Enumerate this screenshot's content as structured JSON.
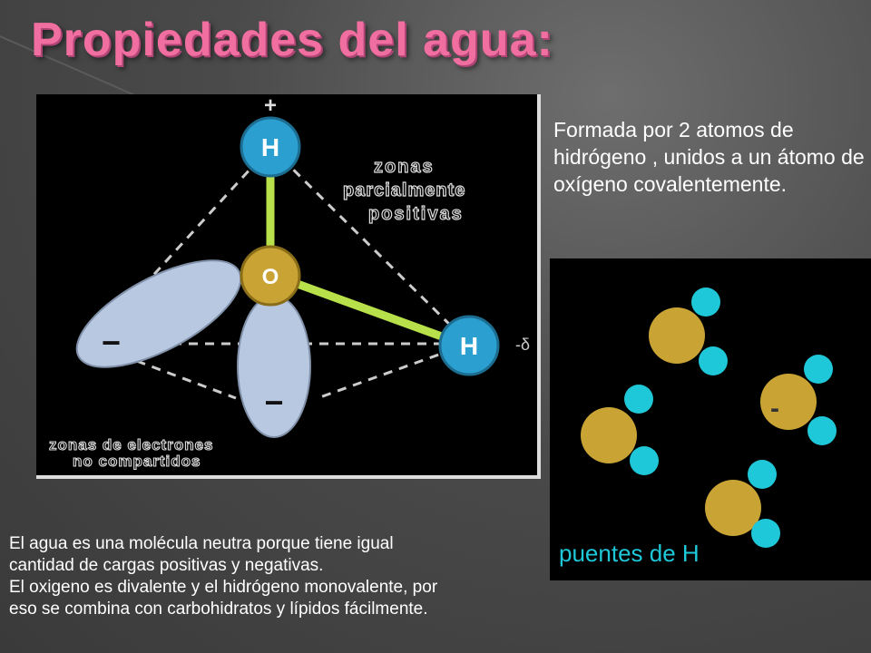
{
  "title": "Propiedades del agua:",
  "diagram1": {
    "plus": "+",
    "h_top": "H",
    "h_right": "H",
    "o_center": "O",
    "minus_left": "−",
    "minus_bottom": "−",
    "right_mark": "-δ",
    "label_positive": [
      "zonas",
      "parcialmente",
      "positivas"
    ],
    "label_electrons": [
      "zonas de electrones",
      "no compartidos"
    ]
  },
  "diagram2": {
    "label": "puentes de H",
    "minus": "-"
  },
  "side_text": "Formada por 2 atomos de hidrógeno , unidos a un átomo de oxígeno covalentemente.",
  "bottom_text": [
    "El agua es una molécula neutra porque tiene igual",
    "cantidad de  cargas positivas y negativas.",
    "El oxigeno es divalente y el hidrógeno monovalente, por",
    "eso se combina con carbohidratos y lípidos fácilmente."
  ],
  "colors": {
    "title": "#f06fa0",
    "hydrogen": "#2a9fd0",
    "oxygen": "#c9a435",
    "lobe": "#b8c8e0",
    "bond": "#b8e04a",
    "hydrogen_small": "#1fc8d8"
  }
}
